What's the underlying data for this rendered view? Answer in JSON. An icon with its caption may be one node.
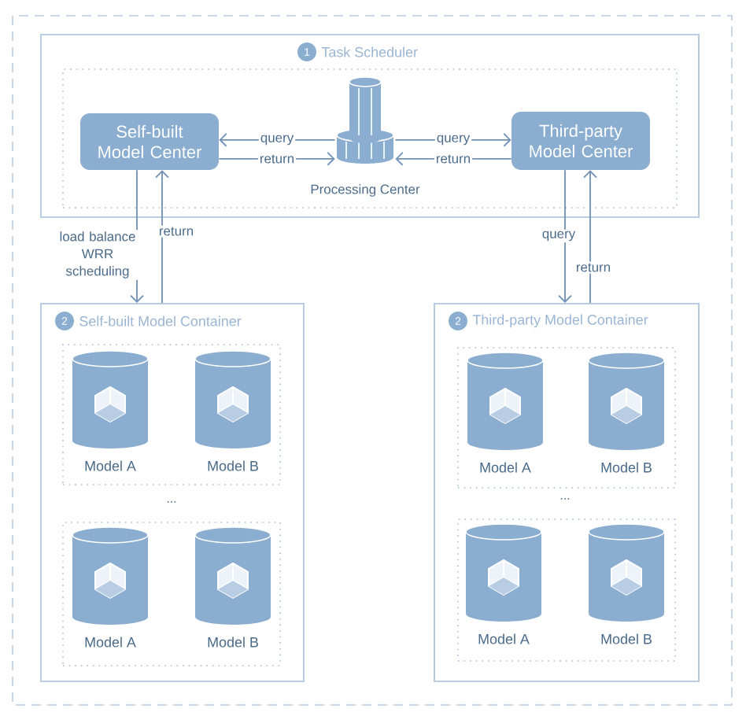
{
  "diagram": {
    "nodes": [
      {
        "text": [
          "1",
          "Task Scheduler"
        ]
      },
      {
        "text": [],
        "shape": "box",
        "in": 0
      },
      {
        "text": [
          "Self-built Model Center"
        ],
        "in": 1
      },
      {
        "text": [],
        "shape": "cylinder",
        "beside": [
          "Processing Center"
        ],
        "in": 1
      },
      {
        "text": [
          "Third-party Model Center"
        ],
        "in": 1
      },
      {
        "text": [
          "2",
          "Self-built Model Container"
        ]
      },
      {
        "text": [],
        "shape": "box",
        "in": 5
      },
      {
        "text": [
          "Model A"
        ],
        "in": 6
      },
      {
        "text": [
          "Model B"
        ],
        "in": 6
      },
      {
        "text": [],
        "shape": "box",
        "in": 5
      },
      {
        "text": [
          "Model A"
        ],
        "in": 9
      },
      {
        "text": [
          "Model B"
        ],
        "in": 9
      },
      {
        "text": [
          "2",
          "Third-party Model Container"
        ]
      },
      {
        "text": [],
        "shape": "box",
        "in": 12
      },
      {
        "text": [
          "Model A"
        ],
        "in": 13
      },
      {
        "text": [
          "Model B"
        ],
        "in": 13
      },
      {
        "text": [],
        "shape": "box",
        "in": 12
      },
      {
        "text": [
          "Model A"
        ],
        "in": 16
      },
      {
        "text": [
          "Model B"
        ],
        "in": 16
      }
    ],
    "edges": [
      {
        "from": 3,
        "to": 2,
        "arrow": "to",
        "label": "query"
      },
      {
        "from": 2,
        "to": 3,
        "arrow": "to",
        "label": "return"
      },
      {
        "from": 3,
        "to": 4,
        "arrow": "to",
        "label": "query"
      },
      {
        "from": 4,
        "to": 3,
        "arrow": "to",
        "label": "return"
      },
      {
        "from": 2,
        "to": 5,
        "arrow": "to",
        "label": "load balance WRR scheduling"
      },
      {
        "from": 5,
        "to": 2,
        "arrow": "to",
        "label": "return"
      },
      {
        "from": 4,
        "to": 12,
        "arrow": "to",
        "label": "query"
      },
      {
        "from": 12,
        "to": 4,
        "arrow": "to",
        "label": "return"
      }
    ],
    "labels": [
      "...",
      "..."
    ]
  }
}
